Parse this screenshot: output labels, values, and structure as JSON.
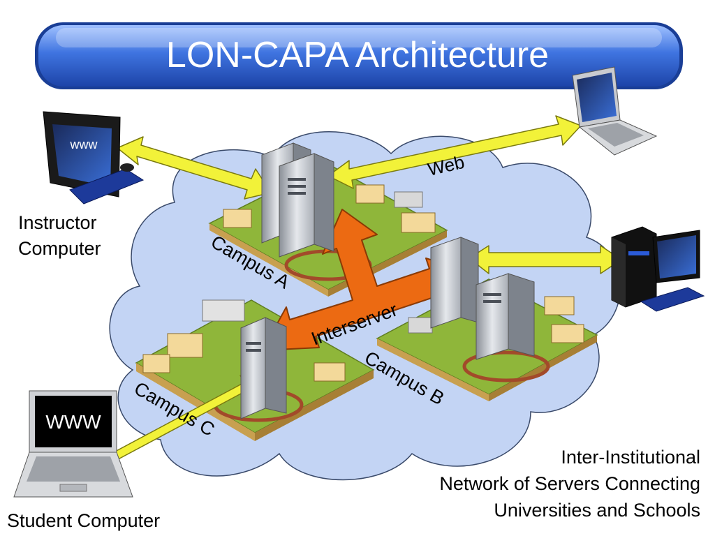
{
  "title": "LON-CAPA Architecture",
  "screens": {
    "instructor_screen_text": "www",
    "student_screen_text": "WWW"
  },
  "labels": {
    "instructor_line1": "Instructor",
    "instructor_line2": "Computer",
    "student": "Student Computer",
    "campus_a": "Campus A",
    "campus_b": "Campus B",
    "campus_c": "Campus C",
    "web": "Web",
    "interserver": "Interserver",
    "network_line1": "Inter-Institutional",
    "network_line2": "Network of Servers Connecting",
    "network_line3": "Universities and Schools"
  },
  "colors": {
    "title_bar": "#2f5fc4",
    "cloud": "#c3d4f4",
    "web_arrow": "#f2f239",
    "interserver_arrow": "#ec6a12",
    "campus_ground": "#8fb63a"
  },
  "icons": {
    "instructor": "monitor-icon",
    "student": "laptop-icon",
    "top_right": "laptop-icon",
    "right": "desktop-tower-icon",
    "servers": "server-tower-icon",
    "campus": "campus-buildings-icon"
  }
}
